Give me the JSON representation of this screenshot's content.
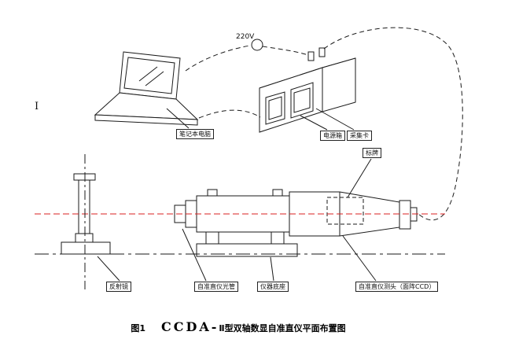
{
  "colors": {
    "line": "#1a1a1a",
    "optical_axis_red": "#d92020"
  },
  "annotations": {
    "voltage": "220V",
    "laptop": "笔记本电脑",
    "power_box": "电源箱",
    "capture_card": "采集卡",
    "nameplate": "标牌",
    "reflector": "反射镜",
    "autocollimator_tube": "自准直仪光管",
    "instrument_base": "仪器底座",
    "measuring_head": "自准直仪测头（面阵CCD）",
    "stray_mark": "I"
  },
  "caption": {
    "figure_no": "图1",
    "title_prefix": "CCDA-",
    "title_suffix": "Ⅱ型双轴数显自准直仪平面布置图"
  }
}
